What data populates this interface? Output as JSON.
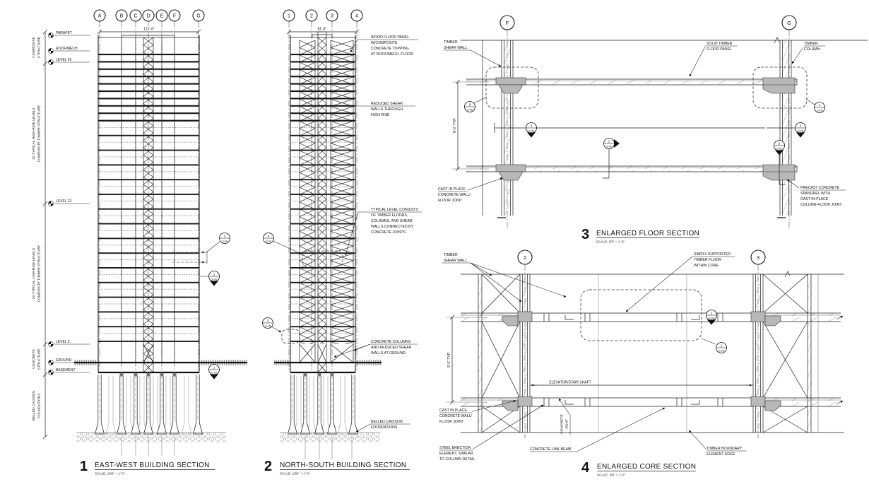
{
  "p1": {
    "num": "1",
    "title": "EAST-WEST BUILDING SECTION",
    "scale": "SCALE: 1/64\" = 1'-0\"",
    "dim": "121'-6\"",
    "grids": [
      "A",
      "B",
      "C",
      "D",
      "E",
      "F",
      "G"
    ],
    "levels": [
      "PARAPET",
      "ROOF/MECH.",
      "LEVEL 42",
      "LEVEL 22",
      "LEVEL 2",
      "GROUND",
      "BASEMENT"
    ],
    "zones": [
      [
        "COMPOSITE",
        "STRUCTURE"
      ],
      [
        "20 TYPICAL HIGH-RISE LEVELS",
        "COMPOSITE TIMBER STRUCTURE"
      ],
      [
        "20 TYPICAL LOW-RISE LEVELS",
        "COMPOSITE TIMBER STRUCTURE"
      ],
      [
        "CONCRETE",
        "STRUCTURE"
      ],
      [
        "BELLED CAISSON",
        "FOUNDATIONS"
      ]
    ],
    "callouts": [
      {
        "num": "3",
        "sheet": "S-04"
      },
      {
        "num": "1",
        "sheet": "S-03"
      },
      {
        "num": "1",
        "sheet": "S-03"
      }
    ]
  },
  "p2": {
    "num": "2",
    "title": "NORTH-SOUTH BUILDING SECTION",
    "scale": "SCALE: 1/64\" = 1'-0\"",
    "dim": "81'-8\"",
    "grids": [
      "1",
      "2",
      "3",
      "4"
    ],
    "notes": {
      "wood_floor": [
        "WOOD FLOOR PANEL",
        "W/COMPOSITE",
        "CONCRETE TOPPING",
        "AT ROOF/MECH. FLOOR"
      ],
      "reduced_shear": [
        "REDUCED SHEAR",
        "WALLS THROUGH",
        "HIGH RISE"
      ],
      "typical_level": [
        "TYPICAL LEVEL CONSISTS",
        "OF TIMBER FLOORS,",
        "COLUMNS, AND SHEAR",
        "WALLS CONNECTED BY",
        "CONCRETE JOINTS"
      ],
      "concrete_columns": [
        "CONCRETE COLUMNS",
        "AND REDUCED SHEAR",
        "WALLS AT GROUND"
      ],
      "belled": [
        "BELLED CAISSON",
        "FOUNDATIONS"
      ]
    },
    "callouts": [
      {
        "num": "4",
        "sheet": "S-04"
      },
      {
        "num": "3",
        "sheet": "S-05"
      }
    ]
  },
  "p3": {
    "num": "3",
    "title": "ENLARGED FLOOR SECTION",
    "scale": "SCALE: 3/8\" = 1'-0\"",
    "dim": "9'-0\" TYP.",
    "grids": [
      "F",
      "G"
    ],
    "notes": {
      "shear_wall": [
        "TIMBER",
        "SHEAR WALL"
      ],
      "solid_timber": [
        "SOLID TIMBER",
        "FLOOR PANEL"
      ],
      "timber_column": [
        "TIMBER",
        "COLUMN"
      ],
      "cip_joint": [
        "CAST IN PLACE",
        "CONCRETE WALL/",
        "FLOOR JOINT"
      ],
      "precast": [
        "PRECAST CONCRETE",
        "SPANDREL WITH",
        "CAST-IN-PLACE",
        "COLUMN-FLOOR JOINT"
      ]
    },
    "callouts": [
      {
        "num": "6",
        "sheet": "S-05"
      },
      {
        "num": "3",
        "sheet": "S-05"
      },
      {
        "num": "1",
        "sheet": "S-05"
      },
      {
        "num": "4",
        "sheet": "S-05"
      },
      {
        "num": "2",
        "sheet": "S-05"
      },
      {
        "num": "5",
        "sheet": "S-05"
      }
    ]
  },
  "p4": {
    "num": "4",
    "title": "ENLARGED CORE SECTION",
    "scale": "SCALE: 3/8\" = 1'-0\"",
    "dim": "9'-0\" TYP.",
    "grids": [
      "2",
      "3"
    ],
    "notes": {
      "shear_wall": [
        "TIMBER",
        "SHEAR WALL"
      ],
      "simply": [
        "SIMPLY SUPPORTED",
        "TIMBER FLOOR",
        "WITHIN CORE"
      ],
      "shaft": "ELEVATOR/STAIR SHAFT",
      "cip_joint": [
        "CAST IN PLACE",
        "CONCRETE WALL/",
        "FLOOR JOINT"
      ],
      "concrete_joint": [
        "CONCRETE",
        "JOINT"
      ],
      "steel": [
        "STEEL ERECTION",
        "ELEMENT, SIMILAR",
        "TO COLUMN DETAIL"
      ],
      "link_beam": "CONCRETE LINK BEAM",
      "boundary": [
        "TIMBER BOUNDARY",
        "ELEMENT EDGE"
      ]
    },
    "callouts": [
      {
        "num": "2",
        "sheet": "S-06"
      },
      {
        "num": "1",
        "sheet": "S-06"
      }
    ]
  }
}
